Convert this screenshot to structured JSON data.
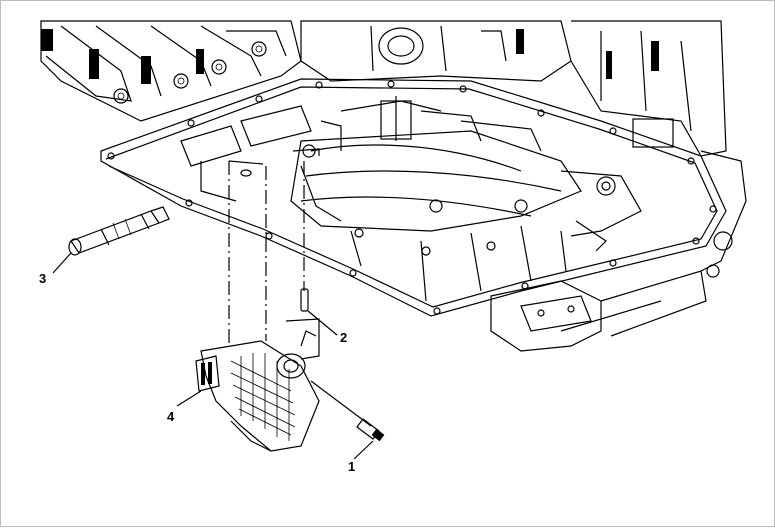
{
  "callouts": {
    "c1": "1",
    "c2": "2",
    "c3": "3",
    "c4": "4"
  },
  "colors": {
    "line": "#000000",
    "background": "#ffffff",
    "frame": "#bdbdbd"
  }
}
